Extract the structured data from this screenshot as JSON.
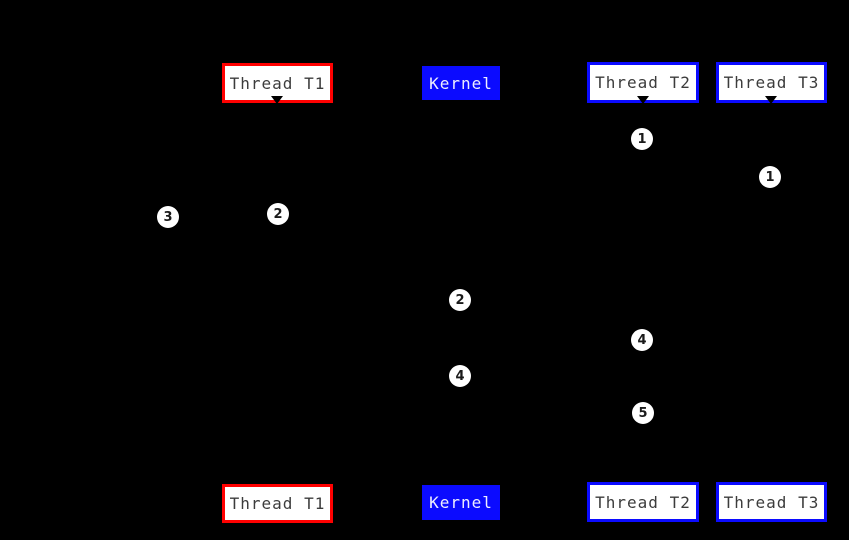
{
  "diagram": {
    "kind": "thread-kernel-sequence-diagram",
    "background_color": "#000000",
    "colors": {
      "thread_t1_border": "#ff0000",
      "thread_t2_border": "#0b0bff",
      "thread_t3_border": "#0b0bff",
      "kernel_fill": "#0b0bff",
      "actor_box_fill": "#ffffff",
      "actor_box_text": "#3c3c3c",
      "kernel_text": "#eeeeff",
      "marker_fill": "#ffffff",
      "marker_text": "#1a1a1a"
    },
    "actors": [
      {
        "id": "thread-t1",
        "label": "Thread T1"
      },
      {
        "id": "kernel",
        "label": "Kernel"
      },
      {
        "id": "thread-t2",
        "label": "Thread T2"
      },
      {
        "id": "thread-t3",
        "label": "Thread T3"
      }
    ],
    "markers": [
      {
        "label": "1",
        "lifeline": "thread-t2"
      },
      {
        "label": "1",
        "lifeline": "thread-t3"
      },
      {
        "label": "2",
        "lifeline": "thread-t1"
      },
      {
        "label": "3",
        "lifeline": "left-of-thread-t1"
      },
      {
        "label": "2",
        "lifeline": "kernel"
      },
      {
        "label": "4",
        "lifeline": "thread-t2"
      },
      {
        "label": "4",
        "lifeline": "kernel"
      },
      {
        "label": "5",
        "lifeline": "thread-t2"
      }
    ]
  }
}
